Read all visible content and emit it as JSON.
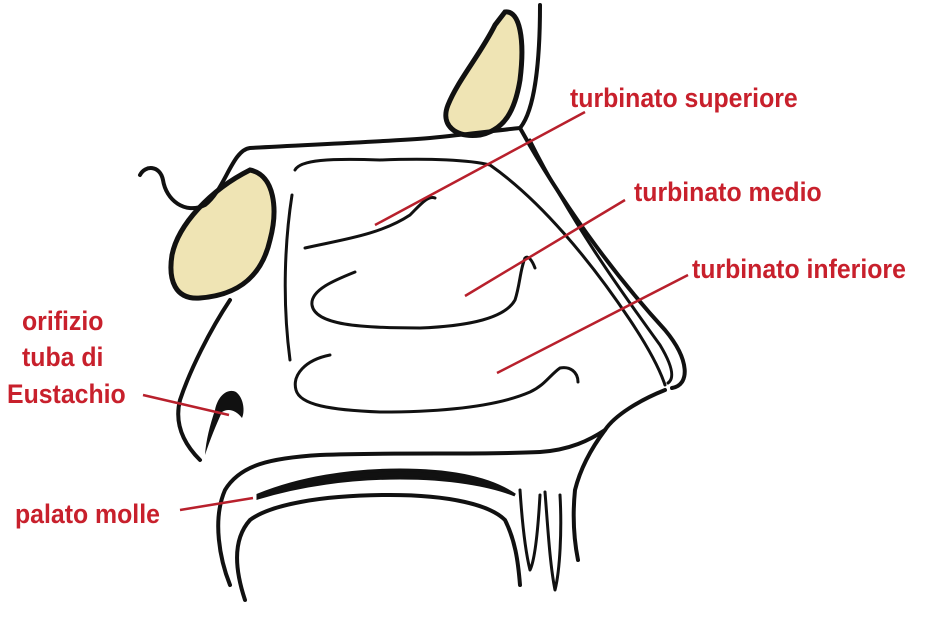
{
  "labels": {
    "superior_turbinate": "turbinato superiore",
    "middle_turbinate": "turbinato medio",
    "inferior_turbinate": "turbinato inferiore",
    "eustachian_line1": "orifizio",
    "eustachian_line2": "tuba di",
    "eustachian_line3": "Eustachio",
    "soft_palate": "palato molle"
  },
  "colors": {
    "label": "#c8202c",
    "sinus_fill": "#efe4b4",
    "outline": "#111111"
  }
}
